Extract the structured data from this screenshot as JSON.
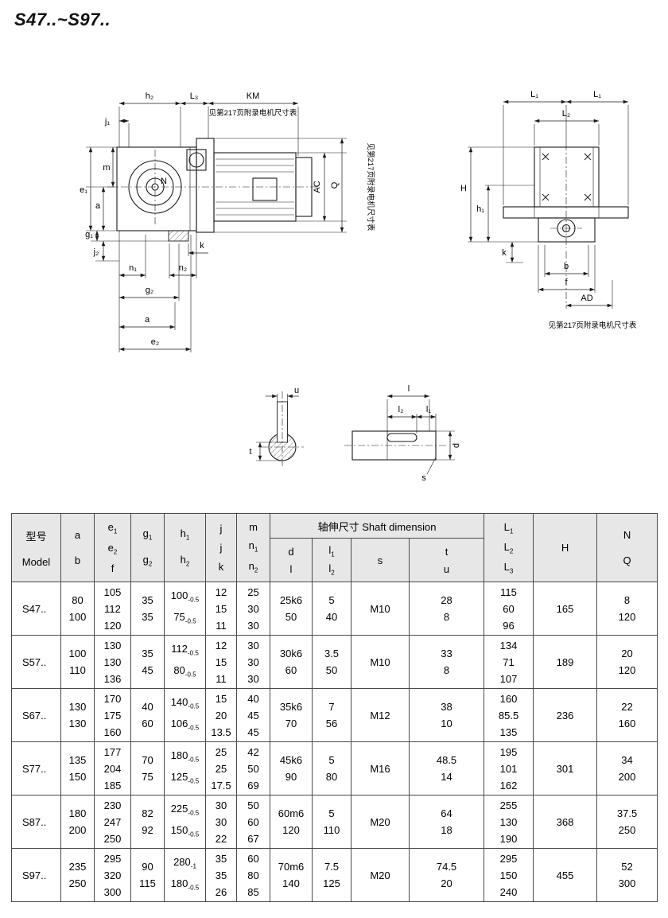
{
  "page": {
    "title": "S47..~S97.."
  },
  "drawings": {
    "motor_note": "见第217页附录电机尺寸表",
    "front": {
      "h2": "h₂",
      "L3": "L₃",
      "KM": "KM",
      "j1": "j₁",
      "m": "m",
      "e1": "e₁",
      "a_left": "a",
      "g1": "g₁",
      "j2": "j₂",
      "N": "N",
      "n1": "n₁",
      "n2": "n₂",
      "k": "k",
      "g2": "g₂",
      "a_bottom": "a",
      "e2": "e₂",
      "AC": "AC",
      "Q": "Q"
    },
    "side": {
      "L1_left": "L₁",
      "L1_right": "L₁",
      "L2": "L₂",
      "H": "H",
      "h1": "h₁",
      "k": "k",
      "b": "b",
      "f": "f",
      "AD": "AD"
    },
    "shaft_section": {
      "u": "u",
      "t": "t"
    },
    "shaft_view": {
      "l": "l",
      "l2": "l₂",
      "l1": "l₁",
      "d": "d",
      "s": "s"
    }
  },
  "table": {
    "column_keys": [
      "model",
      "ab",
      "ef",
      "g",
      "h",
      "jk",
      "mn",
      "dl",
      "l12",
      "s",
      "tu",
      "L",
      "H",
      "NQ"
    ],
    "headers": {
      "model": [
        "型号",
        "Model"
      ],
      "ab": [
        "a",
        "b"
      ],
      "ef": [
        "e_{1}",
        "e_{2}",
        "f"
      ],
      "g": [
        "g_{1}",
        "g_{2}"
      ],
      "h": [
        "h_{1}",
        "h_{2}"
      ],
      "jk": [
        "j",
        "j",
        "k"
      ],
      "mn": [
        "m",
        "n_{1}",
        "n_{2}"
      ],
      "shaft_group": "轴伸尺寸 Shaft dimension",
      "dl": [
        "d",
        "l"
      ],
      "l12": [
        "l_{1}",
        "l_{2}"
      ],
      "s": [
        "s"
      ],
      "tu": [
        "t",
        "u"
      ],
      "L": [
        "L_{1}",
        "L_{2}",
        "L_{3}"
      ],
      "H": [
        "H"
      ],
      "NQ": [
        "N",
        "Q"
      ]
    },
    "rows": [
      {
        "model": "S47..",
        "ab": [
          "80",
          "100"
        ],
        "ef": [
          "105",
          "112",
          "120"
        ],
        "g": [
          "35",
          "35"
        ],
        "h": [
          "100_{-0.5}",
          "75_{-0.5}"
        ],
        "jk": [
          "12",
          "15",
          "11"
        ],
        "mn": [
          "25",
          "30",
          "30"
        ],
        "dl": [
          "25k6",
          "50"
        ],
        "l12": [
          "5",
          "40"
        ],
        "s": [
          "M10"
        ],
        "tu": [
          "28",
          "8"
        ],
        "L": [
          "115",
          "60",
          "96"
        ],
        "H": [
          "165"
        ],
        "NQ": [
          "8",
          "120"
        ]
      },
      {
        "model": "S57..",
        "ab": [
          "100",
          "110"
        ],
        "ef": [
          "130",
          "130",
          "136"
        ],
        "g": [
          "35",
          "45"
        ],
        "h": [
          "112_{-0.5}",
          "80_{-0.5}"
        ],
        "jk": [
          "12",
          "15",
          "11"
        ],
        "mn": [
          "30",
          "30",
          "30"
        ],
        "dl": [
          "30k6",
          "60"
        ],
        "l12": [
          "3.5",
          "50"
        ],
        "s": [
          "M10"
        ],
        "tu": [
          "33",
          "8"
        ],
        "L": [
          "134",
          "71",
          "107"
        ],
        "H": [
          "189"
        ],
        "NQ": [
          "20",
          "120"
        ]
      },
      {
        "model": "S67..",
        "ab": [
          "130",
          "130"
        ],
        "ef": [
          "170",
          "175",
          "160"
        ],
        "g": [
          "40",
          "60"
        ],
        "h": [
          "140_{-0.5}",
          "106_{-0.5}"
        ],
        "jk": [
          "15",
          "20",
          "13.5"
        ],
        "mn": [
          "40",
          "45",
          "45"
        ],
        "dl": [
          "35k6",
          "70"
        ],
        "l12": [
          "7",
          "56"
        ],
        "s": [
          "M12"
        ],
        "tu": [
          "38",
          "10"
        ],
        "L": [
          "160",
          "85.5",
          "135"
        ],
        "H": [
          "236"
        ],
        "NQ": [
          "22",
          "160"
        ]
      },
      {
        "model": "S77..",
        "ab": [
          "135",
          "150"
        ],
        "ef": [
          "177",
          "204",
          "185"
        ],
        "g": [
          "70",
          "75"
        ],
        "h": [
          "180_{-0.5}",
          "125_{-0.5}"
        ],
        "jk": [
          "25",
          "25",
          "17.5"
        ],
        "mn": [
          "42",
          "50",
          "69"
        ],
        "dl": [
          "45k6",
          "90"
        ],
        "l12": [
          "5",
          "80"
        ],
        "s": [
          "M16"
        ],
        "tu": [
          "48.5",
          "14"
        ],
        "L": [
          "195",
          "101",
          "162"
        ],
        "H": [
          "301"
        ],
        "NQ": [
          "34",
          "200"
        ]
      },
      {
        "model": "S87..",
        "ab": [
          "180",
          "200"
        ],
        "ef": [
          "230",
          "247",
          "250"
        ],
        "g": [
          "82",
          "92"
        ],
        "h": [
          "225_{-0.5}",
          "150_{-0.5}"
        ],
        "jk": [
          "30",
          "30",
          "22"
        ],
        "mn": [
          "50",
          "60",
          "67"
        ],
        "dl": [
          "60m6",
          "120"
        ],
        "l12": [
          "5",
          "110"
        ],
        "s": [
          "M20"
        ],
        "tu": [
          "64",
          "18"
        ],
        "L": [
          "255",
          "130",
          "190"
        ],
        "H": [
          "368"
        ],
        "NQ": [
          "37.5",
          "250"
        ]
      },
      {
        "model": "S97..",
        "ab": [
          "235",
          "250"
        ],
        "ef": [
          "295",
          "320",
          "300"
        ],
        "g": [
          "90",
          "115"
        ],
        "h": [
          "280_{-1}",
          "180_{-0.5}"
        ],
        "jk": [
          "35",
          "35",
          "26"
        ],
        "mn": [
          "60",
          "80",
          "85"
        ],
        "dl": [
          "70m6",
          "140"
        ],
        "l12": [
          "7.5",
          "125"
        ],
        "s": [
          "M20"
        ],
        "tu": [
          "74.5",
          "20"
        ],
        "L": [
          "295",
          "150",
          "240"
        ],
        "H": [
          "455"
        ],
        "NQ": [
          "52",
          "300"
        ]
      }
    ]
  }
}
